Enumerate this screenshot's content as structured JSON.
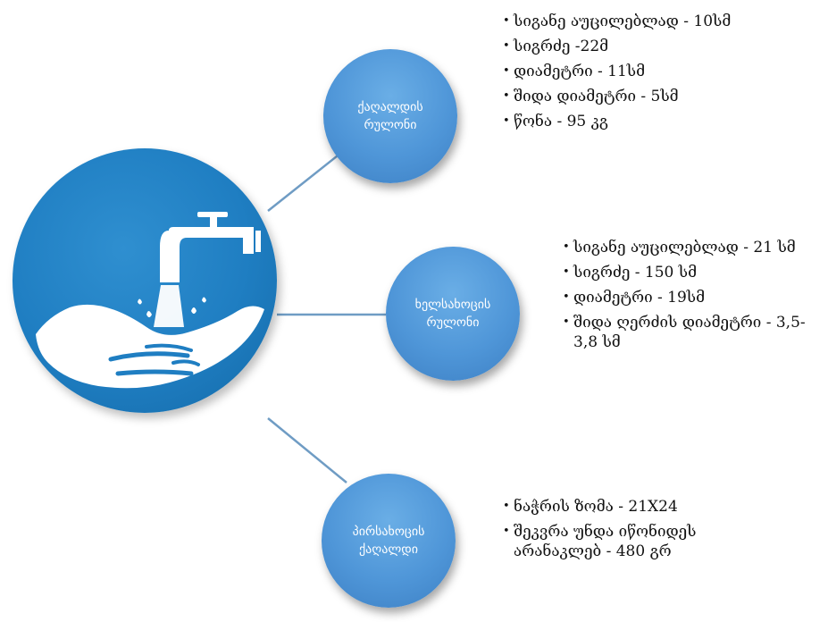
{
  "colors": {
    "hub": "#1f7ec2",
    "node": "#4f96d8",
    "connector": "#6f9cc4",
    "text": "#111111"
  },
  "hub": {
    "icon": "hand-washing-icon"
  },
  "branches": [
    {
      "title_line1": "ქაღალდის",
      "title_line2": "რულონი",
      "items": [
        "სიგანე აუცილებლად - 10სმ",
        "სიგრძე -22მ",
        "დიამეტრი - 11სმ",
        "შიდა დიამეტრი - 5სმ",
        "წონა - 95 კგ"
      ]
    },
    {
      "title_line1": "ხელსახოცის",
      "title_line2": "რულონი",
      "items": [
        "სიგანე აუცილებლად - 21 სმ",
        "სიგრძე - 150 სმ",
        "დიამეტრი - 19სმ",
        "შიდა ღერძის დიამეტრი - 3,5-3,8 სმ"
      ]
    },
    {
      "title_line1": "პირსახოცის",
      "title_line2": "ქაღალდი",
      "items": [
        "ნაჭრის ზომა - 21X24",
        "შეკვრა უნდა იწონიდეს არანაკლებ - 480 გრ"
      ]
    }
  ]
}
